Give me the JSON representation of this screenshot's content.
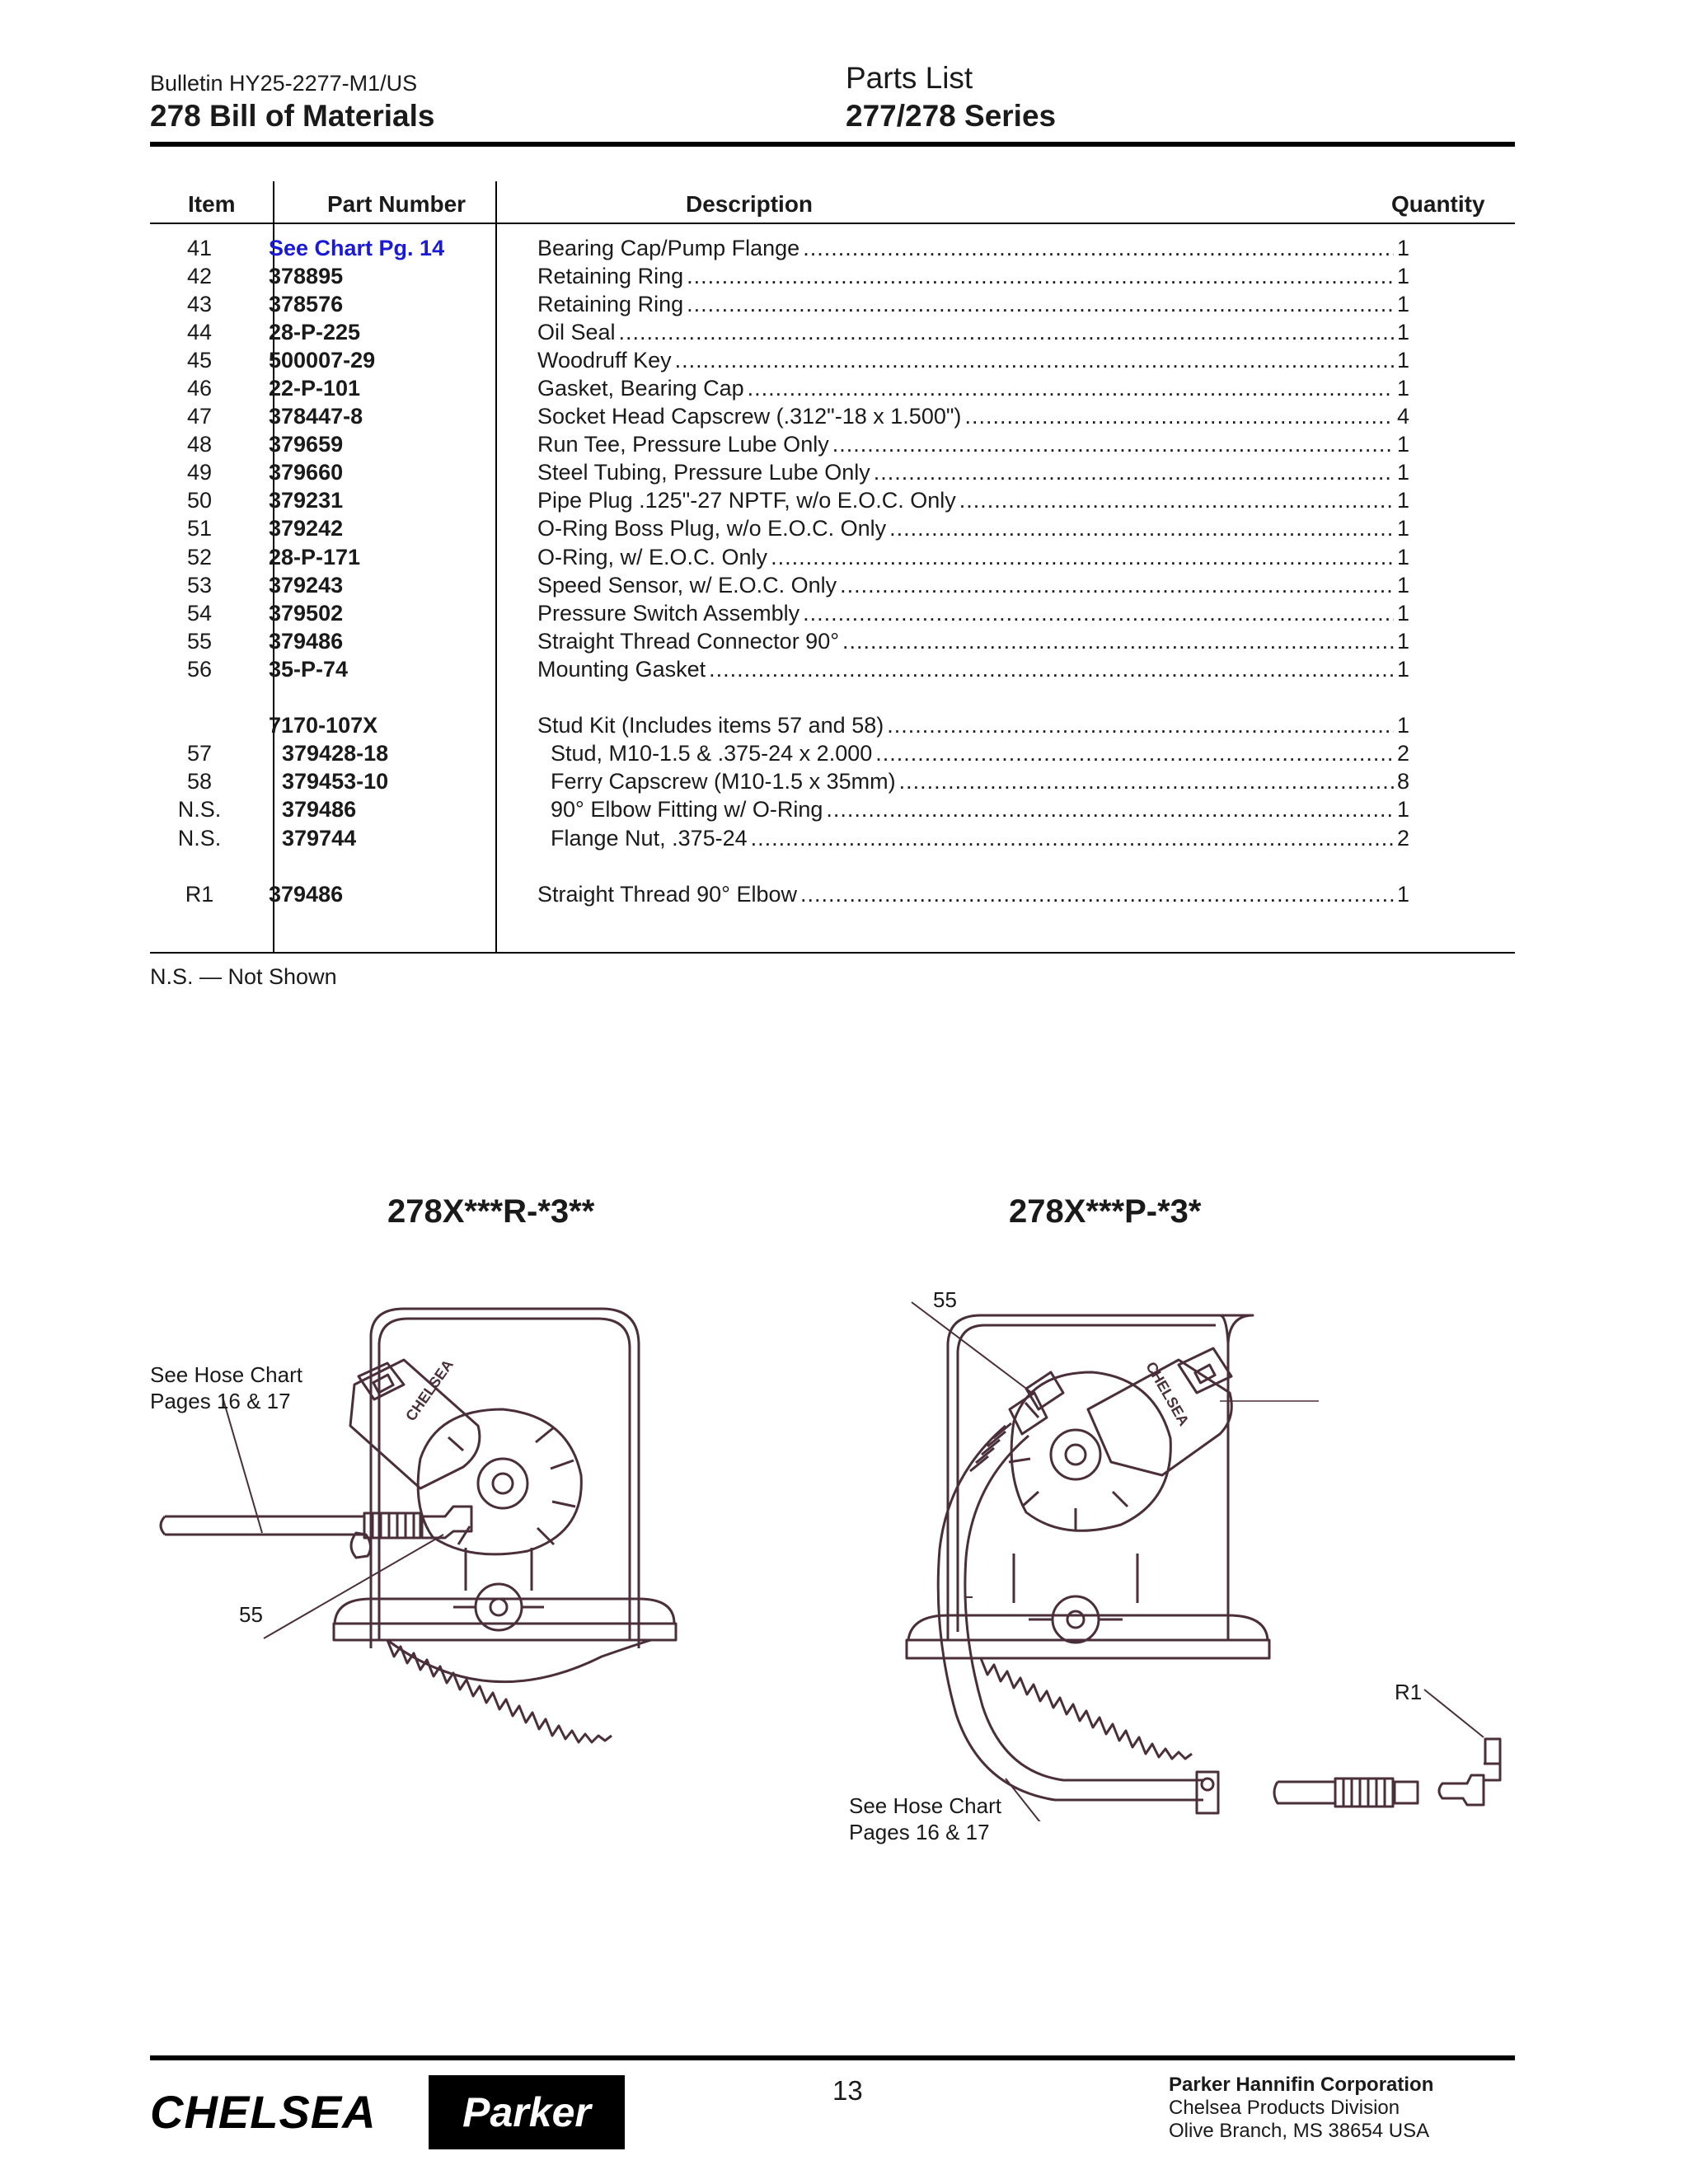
{
  "header": {
    "bulletin": "Bulletin HY25-2277-M1/US",
    "doc_title": "278 Bill of Materials",
    "section": "Parts List",
    "series": "277/278 Series"
  },
  "table": {
    "columns": [
      "Item",
      "Part Number",
      "Description",
      "Quantity"
    ],
    "rows": [
      {
        "item": "41",
        "part": "See Chart Pg. 14",
        "desc": "Bearing Cap/Pump Flange",
        "qty": "1"
      },
      {
        "item": "42",
        "part": "378895",
        "desc": "Retaining Ring",
        "qty": "1"
      },
      {
        "item": "43",
        "part": "378576",
        "desc": "Retaining Ring",
        "qty": "1"
      },
      {
        "item": "44",
        "part": "28-P-225",
        "desc": "Oil Seal",
        "qty": "1"
      },
      {
        "item": "45",
        "part": "500007-29",
        "desc": "Woodruff Key",
        "qty": "1"
      },
      {
        "item": "46",
        "part": "22-P-101",
        "desc": "Gasket, Bearing Cap",
        "qty": "1"
      },
      {
        "item": "47",
        "part": "378447-8",
        "desc": "Socket Head Capscrew (.312\"-18 x 1.500\")",
        "qty": "4"
      },
      {
        "item": "48",
        "part": "379659",
        "desc": "Run Tee, Pressure Lube Only",
        "qty": "1"
      },
      {
        "item": "49",
        "part": "379660",
        "desc": "Steel Tubing, Pressure Lube Only",
        "qty": "1"
      },
      {
        "item": "50",
        "part": "379231",
        "desc": "Pipe Plug .125\"-27 NPTF, w/o E.O.C. Only",
        "qty": "1"
      },
      {
        "item": "51",
        "part": "379242",
        "desc": "O-Ring Boss Plug, w/o E.O.C. Only",
        "qty": "1"
      },
      {
        "item": "52",
        "part": "28-P-171",
        "desc": "O-Ring,  w/ E.O.C. Only",
        "qty": "1"
      },
      {
        "item": "53",
        "part": "379243",
        "desc": "Speed Sensor,  w/ E.O.C. Only",
        "qty": "1"
      },
      {
        "item": "54",
        "part": "379502",
        "desc": "Pressure Switch Assembly",
        "qty": "1"
      },
      {
        "item": "55",
        "part": "379486",
        "desc": "Straight Thread Connector 90°",
        "qty": "1"
      },
      {
        "item": "56",
        "part": "35-P-74",
        "desc": "Mounting Gasket",
        "qty": "1"
      }
    ],
    "kit_rows": [
      {
        "item": "",
        "part": "7170-107X",
        "desc": "Stud Kit   (Includes items 57 and 58)",
        "qty": "1"
      },
      {
        "item": "57",
        "part": "379428-18",
        "desc": "Stud, M10-1.5 & .375-24 x 2.000",
        "qty": "2"
      },
      {
        "item": "58",
        "part": "379453-10",
        "desc": "Ferry Capscrew (M10-1.5 x 35mm)",
        "qty": "8"
      },
      {
        "item": "N.S.",
        "part": "379486",
        "desc": "90° Elbow Fitting w/ O-Ring",
        "qty": "1"
      },
      {
        "item": "N.S.",
        "part": "379744",
        "desc": "Flange Nut, .375-24",
        "qty": "2"
      }
    ],
    "last_rows": [
      {
        "item": "R1",
        "part": "379486",
        "desc": "Straight Thread 90° Elbow",
        "qty": "1"
      }
    ]
  },
  "note": "N.S. — Not Shown",
  "figures": {
    "left": {
      "title": "278X***R-*3**",
      "hose_label_1": "See Hose Chart",
      "hose_label_2": "Pages 16 & 17",
      "callout_55": "55",
      "logo_text": "CHELSEA"
    },
    "right": {
      "title": "278X***P-*3*",
      "hose_label_1": "See Hose Chart",
      "hose_label_2": "Pages 16 & 17",
      "callout_55": "55",
      "callout_r1": "R1",
      "logo_text": "CHELSEA"
    }
  },
  "footer": {
    "page_number": "13",
    "brand_chelsea": "CHELSEA",
    "brand_parker": "Parker",
    "company": "Parker Hannifin Corporation",
    "division": "Chelsea Products Division",
    "address": "Olive Branch, MS 38654  USA"
  }
}
